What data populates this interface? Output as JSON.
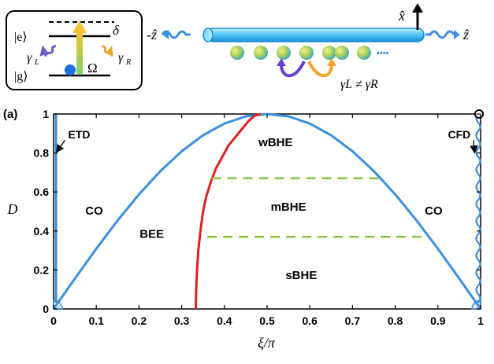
{
  "panel_label": "(a)",
  "schematic": {
    "levels": {
      "excited": "|e⟩",
      "ground": "|g⟩"
    },
    "detuning": "δ",
    "drive": "Ω",
    "decay_left": "γ",
    "decay_left_sub": "L",
    "decay_right": "γ",
    "decay_right_sub": "R",
    "dir_left": "-ẑ",
    "dir_right": "ẑ",
    "axis_x": "x̂",
    "chain_ellipsis": "••••",
    "inequality": "γL ≠ γR"
  },
  "colors": {
    "boundary": "#3b8ee0",
    "critical": "#e02020",
    "dashed": "#86c440",
    "waveguide": "#5fc8f2",
    "drive_arrow": "#f5c842",
    "decay_left": "#6a5acd",
    "decay_right": "#f2a52a"
  },
  "chart_data": {
    "type": "line",
    "xlabel": "ξ/π",
    "ylabel": "D",
    "xlim": [
      0,
      1
    ],
    "ylim": [
      0,
      1
    ],
    "xticks": [
      0,
      0.1,
      0.2,
      0.3,
      0.4,
      0.5,
      0.6,
      0.7,
      0.8,
      0.9,
      1
    ],
    "yticks": [
      0,
      0.2,
      0.4,
      0.6,
      0.8,
      1
    ],
    "xtick_labels": [
      "0",
      "0.1",
      "0.2",
      "0.3",
      "0.4",
      "0.5",
      "0.6",
      "0.7",
      "0.8",
      "0.9",
      "1"
    ],
    "ytick_labels": [
      "0",
      "0.2",
      "0.4",
      "0.6",
      "0.8",
      "1"
    ],
    "grid": false,
    "series": [
      {
        "name": "",
        "color": "#3b8ee0",
        "x": [
          0,
          0.05,
          0.1,
          0.15,
          0.2,
          0.25,
          0.3,
          0.35,
          0.4,
          0.45,
          0.5,
          0.55,
          0.6,
          0.65,
          0.7,
          0.75,
          0.8,
          0.85,
          0.9,
          0.95,
          1
        ],
        "y": [
          0,
          0.156,
          0.309,
          0.454,
          0.588,
          0.707,
          0.809,
          0.891,
          0.951,
          0.988,
          1,
          0.988,
          0.951,
          0.891,
          0.809,
          0.707,
          0.588,
          0.454,
          0.309,
          0.156,
          0
        ]
      },
      {
        "name": "",
        "color": "#e02020",
        "x": [
          0.333,
          0.334,
          0.336,
          0.339,
          0.344,
          0.35,
          0.358,
          0.368,
          0.38,
          0.395,
          0.41,
          0.425,
          0.44,
          0.455,
          0.47,
          0.485
        ],
        "y": [
          0,
          0.1,
          0.2,
          0.3,
          0.4,
          0.5,
          0.58,
          0.65,
          0.72,
          0.78,
          0.84,
          0.88,
          0.92,
          0.96,
          0.99,
          1
        ]
      },
      {
        "name": "",
        "color": "#86c440",
        "dashed": true,
        "x": [
          0.37,
          0.77
        ],
        "y": [
          0.67,
          0.67
        ]
      },
      {
        "name": "",
        "color": "#86c440",
        "dashed": true,
        "x": [
          0.36,
          0.865
        ],
        "y": [
          0.37,
          0.37
        ]
      }
    ],
    "regions": [
      {
        "label": "wBHE",
        "x": 0.52,
        "y": 0.85
      },
      {
        "label": "mBHE",
        "x": 0.55,
        "y": 0.52
      },
      {
        "label": "sBHE",
        "x": 0.58,
        "y": 0.17
      },
      {
        "label": "BEE",
        "x": 0.23,
        "y": 0.38
      },
      {
        "label": "CO",
        "x": 0.095,
        "y": 0.5
      },
      {
        "label": "CO",
        "x": 0.89,
        "y": 0.5
      }
    ],
    "annotations": [
      {
        "label": "ETD",
        "x": 0.06,
        "y": 0.89
      },
      {
        "label": "CFD",
        "x": 0.95,
        "y": 0.89
      }
    ]
  }
}
